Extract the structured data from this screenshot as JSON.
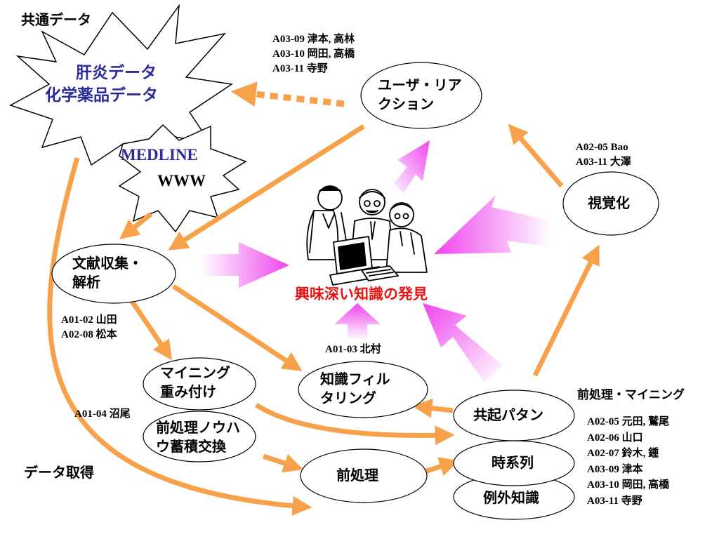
{
  "colors": {
    "arrow_orange": "#f7a24a",
    "arrow_magenta": "#ee44ee",
    "burst_text_blue": "#2a2a9a",
    "highlight_red": "#ee1111"
  },
  "labels": {
    "common_data": "共通データ",
    "data_acquisition": "データ取得",
    "preprocessing_mining": "前処理・マイニング",
    "discovery": "興味深い知識の発見"
  },
  "burst_main": {
    "line1": "肝炎データ",
    "line2": "化学薬品データ"
  },
  "burst_medline": {
    "line1": "MEDLINE",
    "line2": "WWW"
  },
  "nodes": {
    "user_reaction": {
      "line1": "ユーザ・リア",
      "line2": "クション"
    },
    "visualization": {
      "line1": "視覚化"
    },
    "literature": {
      "line1": "文献収集・",
      "line2": "解析"
    },
    "mining_weight": {
      "line1": "マイニング",
      "line2": "重み付け"
    },
    "knowledge_filter": {
      "line1": "知識フィル",
      "line2": "タリング"
    },
    "preproc_knowhow": {
      "line1": "前処理ノウハ",
      "line2": "ウ蓄積交換"
    },
    "preprocess": {
      "line1": "前処理"
    },
    "cooccurrence": {
      "line1": "共起パタン"
    },
    "timeseries": {
      "line1": "時系列"
    },
    "exception": {
      "line1": "例外知識"
    }
  },
  "refs": {
    "user_reaction": [
      "A03-09 津本, 高林",
      "A03-10 岡田, 高橋",
      "A03-11 寺野"
    ],
    "visualization": [
      "A02-05 Bao",
      "A03-11 大澤"
    ],
    "literature": [
      "A01-02 山田",
      "A02-08 松本"
    ],
    "filter": [
      "A01-03 北村"
    ],
    "knowhow": [
      "A01-04 沼尾"
    ],
    "preproc_mining": [
      "A02-05 元田, 鷲尾",
      "A02-06 山口",
      "A02-07 鈴木, 鍾",
      "A03-09 津本",
      "A03-10 岡田, 高橋",
      "A03-11 寺野"
    ]
  }
}
